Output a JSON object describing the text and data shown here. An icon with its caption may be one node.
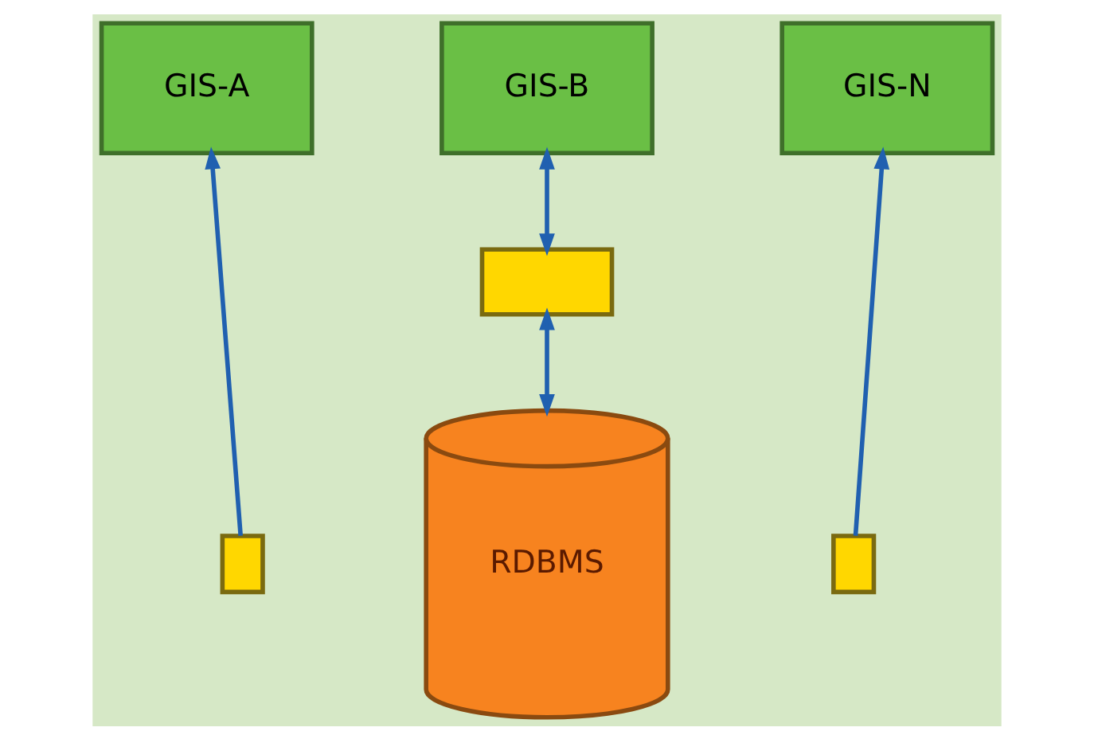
{
  "diagram": {
    "nodes": [
      {
        "text": [
          "GIS-A"
        ]
      },
      {
        "text": [
          "GIS-B"
        ]
      },
      {
        "text": [
          "GIS-N"
        ]
      },
      {
        "text": [],
        "shape": "box"
      },
      {
        "text": [
          "RDBMS"
        ]
      },
      {
        "text": [],
        "shape": "box"
      },
      {
        "text": [],
        "shape": "box"
      }
    ],
    "edges": [
      {
        "from": 5,
        "to": 0,
        "arrow": "to"
      },
      {
        "from": 4,
        "to": 3,
        "arrow": "both"
      },
      {
        "from": 3,
        "to": 1,
        "arrow": "both"
      },
      {
        "from": 6,
        "to": 2,
        "arrow": "to"
      }
    ]
  }
}
